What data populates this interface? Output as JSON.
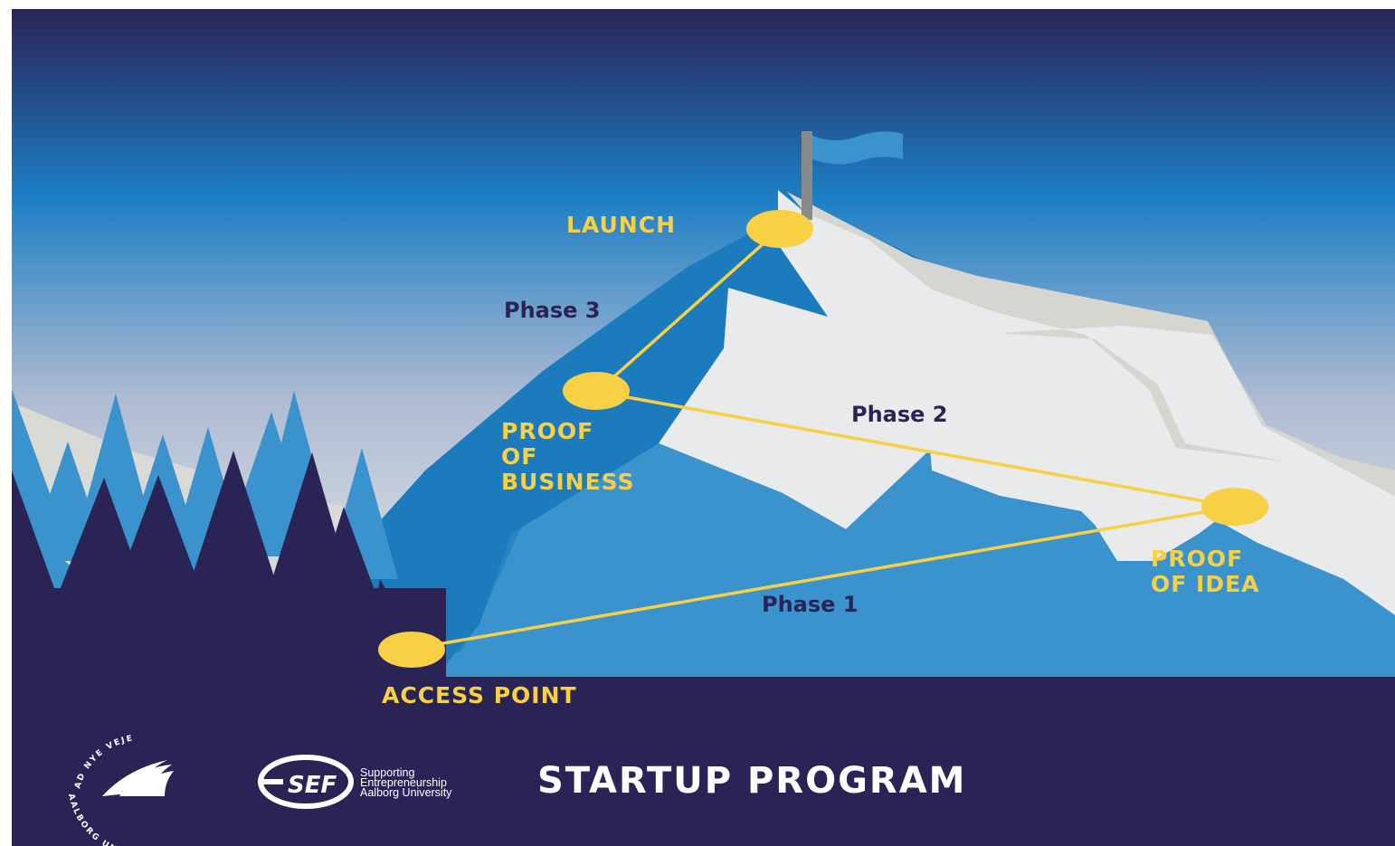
{
  "colors": {
    "navy": "#2a2456",
    "sky_top": "#2a2456",
    "sky_mid": "#1c7ec4",
    "sky_low": "#aebbd2",
    "mountain_dark": "#1c7bbd",
    "mountain_mid": "#3a93cc",
    "snow": "#e8eaec",
    "snow_shadow": "#d5d6d0",
    "accent_yellow": "#f7d046",
    "flag": "#3a93cc",
    "pole": "#8a8a8a",
    "white": "#ffffff"
  },
  "milestones": {
    "launch": "LAUNCH",
    "proof_of_business": [
      "PROOF",
      "OF",
      "BUSINESS"
    ],
    "proof_of_idea": [
      "PROOF",
      "OF IDEA"
    ],
    "access_point": "ACCESS POINT"
  },
  "phases": {
    "phase_1": "Phase 1",
    "phase_2": "Phase 2",
    "phase_3": "Phase 3"
  },
  "footer": {
    "aau_seal_motto": "AD NYE VEJE",
    "aau_seal_name": "AALBORG UNIVERSITET",
    "sef_logo_letters": "SEF",
    "sef_lines": [
      "Supporting",
      "Entrepreneurship",
      "Aalborg University"
    ],
    "program_title": "STARTUP PROGRAM"
  },
  "icons": {
    "summit_flag": "flag-icon",
    "aau_logo": "aau-seal-icon",
    "sef_logo": "sef-logo-icon"
  }
}
